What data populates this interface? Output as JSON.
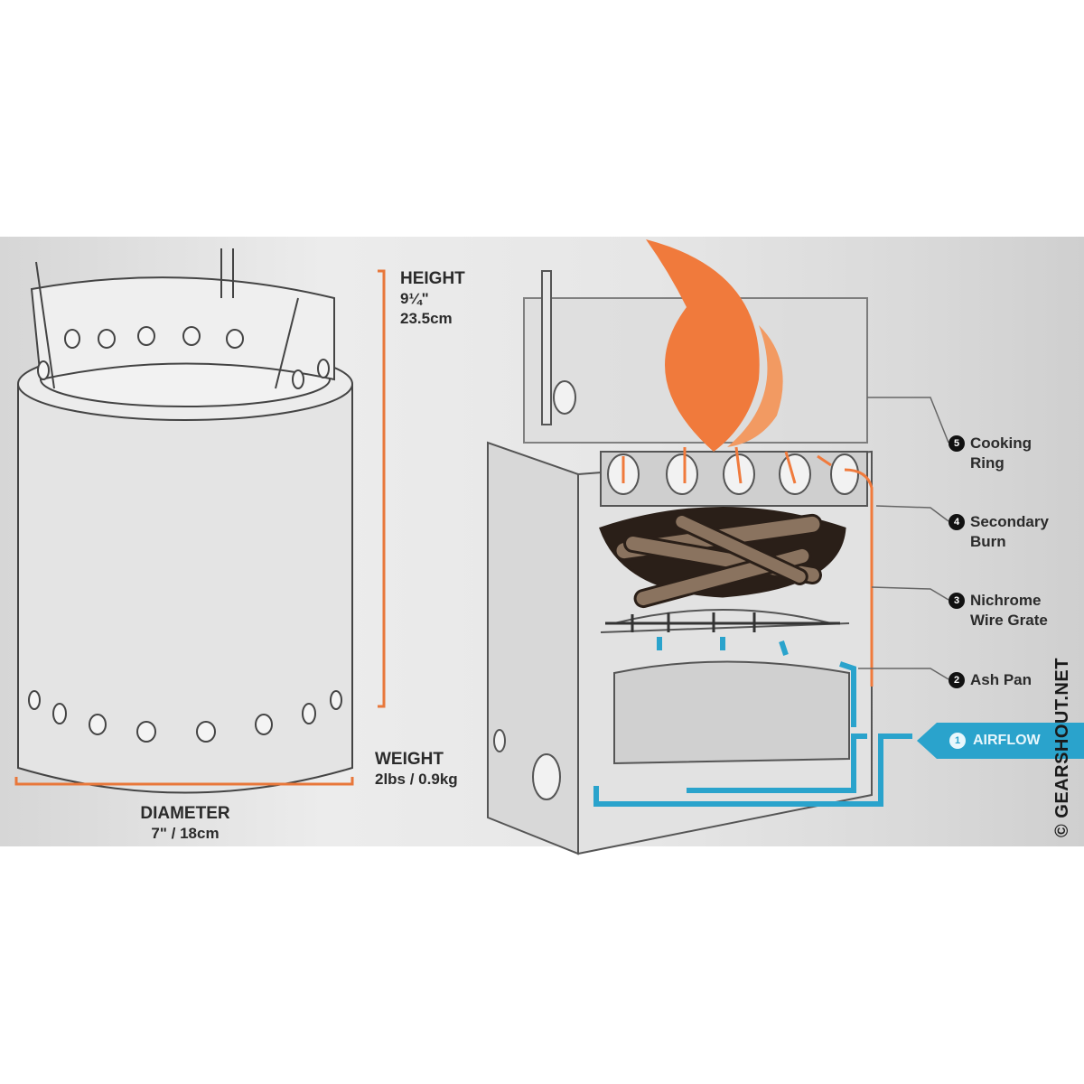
{
  "dimensions": {
    "height": {
      "title": "HEIGHT",
      "imperial": "9¼\"",
      "metric": "23.5cm"
    },
    "weight": {
      "title": "WEIGHT",
      "value": "2lbs / 0.9kg"
    },
    "diameter": {
      "title": "DIAMETER",
      "value": "7\" / 18cm"
    }
  },
  "callouts": [
    {
      "num": "5",
      "line1": "Cooking",
      "line2": "Ring"
    },
    {
      "num": "4",
      "line1": "Secondary",
      "line2": "Burn"
    },
    {
      "num": "3",
      "line1": "Nichrome",
      "line2": "Wire Grate"
    },
    {
      "num": "2",
      "line1": "Ash Pan",
      "line2": ""
    }
  ],
  "airflow": {
    "num": "1",
    "label": "AIRFLOW"
  },
  "credit": "© GEARSHOUT.NET",
  "colors": {
    "accent_orange": "#e8773a",
    "airflow_blue": "#2aa3cc",
    "flame": "#f07a3c"
  }
}
